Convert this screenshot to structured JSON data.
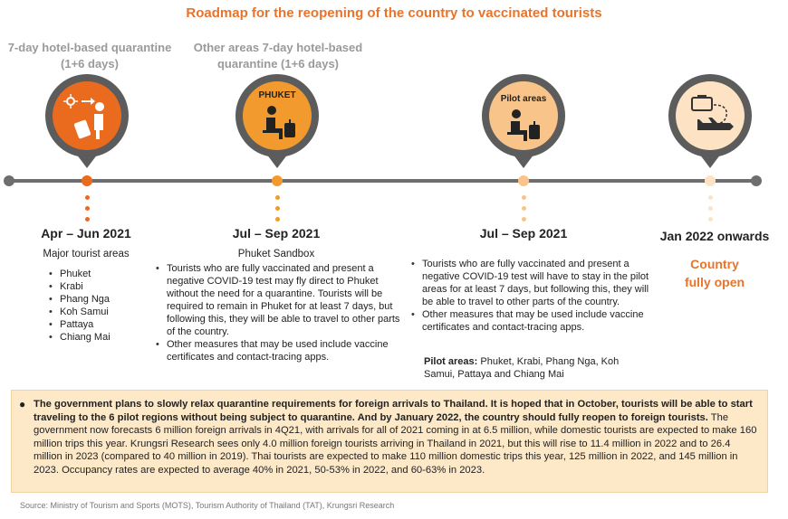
{
  "title": "Roadmap for the reopening of the country to vaccinated tourists",
  "top_labels": {
    "stage1": "7-day hotel-based quarantine (1+6 days)",
    "stage2": "Other areas 7-day hotel-based quarantine (1+6 days)"
  },
  "pins": {
    "stage1": {
      "icon": "traveler-with-luggage-icon",
      "color": "#ea6b1e"
    },
    "stage2": {
      "icon": "seated-traveler-icon",
      "label": "PHUKET",
      "color": "#f29a2e"
    },
    "stage3": {
      "icon": "seated-traveler-icon",
      "label": "Pilot areas",
      "color": "#f9c48a"
    },
    "stage4": {
      "icon": "luggage-and-plane-icon",
      "color": "#fde3c4"
    }
  },
  "stages": [
    {
      "period": "Apr – Jun 2021",
      "subtitle": "Major tourist areas",
      "items": [
        "Phuket",
        "Krabi",
        "Phang Nga",
        "Koh Samui",
        "Pattaya",
        "Chiang Mai"
      ]
    },
    {
      "period": "Jul – Sep 2021",
      "subtitle": "Phuket Sandbox",
      "items": [
        "Tourists who are fully vaccinated and present a negative COVID-19 test may fly direct to Phuket without the need for a quarantine. Tourists will be required to remain in Phuket for at least 7 days, but following this, they will be able to travel to other parts of the country.",
        "Other measures that may be used include vaccine certificates and contact-tracing apps."
      ]
    },
    {
      "period": "Jul – Sep 2021",
      "items": [
        "Tourists who are fully vaccinated and present a negative COVID-19 test will have to stay in the pilot areas for at least 7 days, but following this, they will be able to travel to other parts of the country.",
        "Other measures that may be used include vaccine certificates and contact-tracing apps."
      ],
      "pilot_label": "Pilot areas:",
      "pilot_list": "Phuket, Krabi, Phang Nga, Koh Samui, Pattaya and Chiang Mai"
    },
    {
      "period": "Jan 2022 onwards",
      "status_line1": "Country",
      "status_line2": "fully open"
    }
  ],
  "summary": {
    "bold": "The government plans to slowly relax quarantine requirements for foreign arrivals to Thailand. It is hoped that in October, tourists will be able to start traveling to the 6 pilot regions without being subject to quarantine. And by January 2022, the country should fully reopen to foreign tourists.",
    "text": "The government now forecasts 6 million foreign arrivals in 4Q21, with arrivals for all of 2021 coming in at 6.5 million, while domestic tourists are expected to make 160 million trips this year. Krungsri Research sees only 4.0 million foreign tourists arriving in Thailand in 2021, but this will rise to 11.4 million in 2022 and to 26.4 million in 2023 (compared to 40 million in 2019). Thai tourists are expected to make 110 million domestic trips this year, 125 million in 2022, and 145 million in 2023. Occupancy rates are expected to average 40% in 2021, 50-53% in 2022, and 60-63% in 2023."
  },
  "source": "Source: Ministry of Tourism and Sports (MOTS), Tourism Authority of Thailand (TAT), Krungsri Research",
  "colors": {
    "accent": "#e8742b",
    "line": "#6e6e6e",
    "box_bg": "#fde8c8"
  }
}
